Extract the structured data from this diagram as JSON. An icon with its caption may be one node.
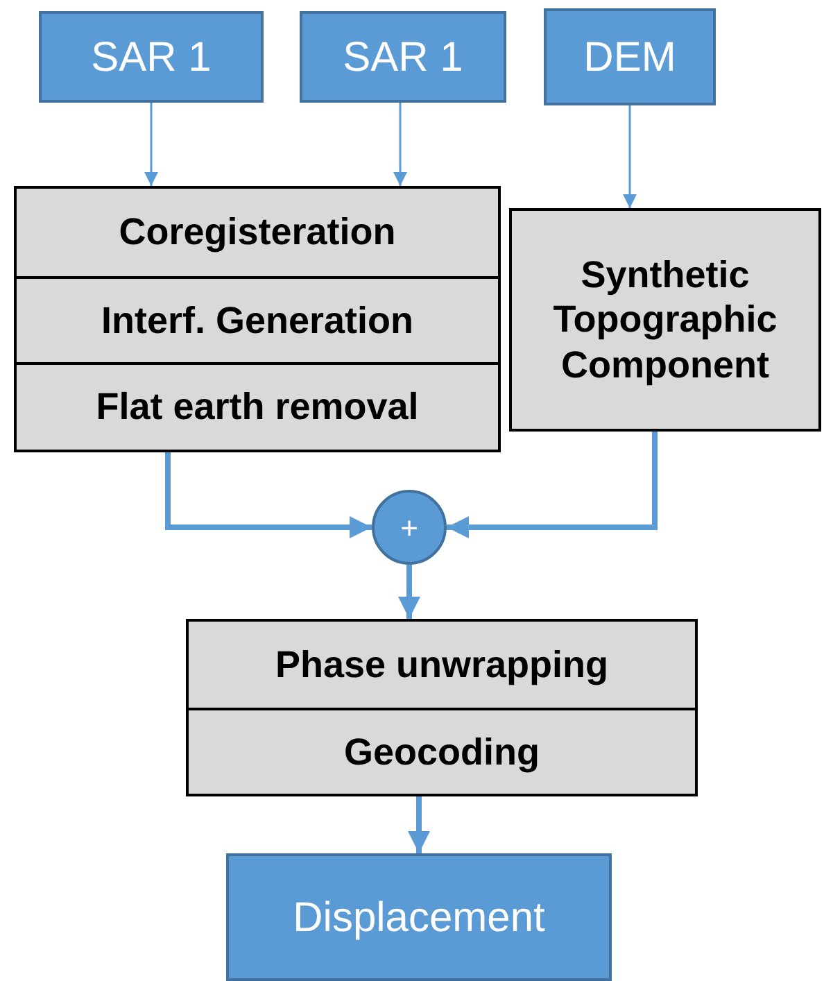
{
  "diagram": {
    "nodes": [
      {
        "text": [
          "SAR 1"
        ]
      },
      {
        "text": [
          "SAR 1"
        ]
      },
      {
        "text": [
          "DEM"
        ]
      },
      {
        "text": [],
        "shape": "box"
      },
      {
        "text": [
          "Coregisteration"
        ],
        "in": 3
      },
      {
        "text": [
          "Interf. Generation"
        ],
        "in": 3
      },
      {
        "text": [
          "Flat earth removal"
        ],
        "in": 3
      },
      {
        "text": [
          "Synthetic Topographic Component"
        ]
      },
      {
        "text": [
          "+"
        ]
      },
      {
        "text": [],
        "shape": "box"
      },
      {
        "text": [
          "Phase unwrapping"
        ],
        "in": 9
      },
      {
        "text": [
          "Geocoding"
        ],
        "in": 9
      },
      {
        "text": [
          "Displacement"
        ]
      }
    ],
    "edges": [
      {
        "from": 0,
        "to": 4,
        "arrow": "to"
      },
      {
        "from": 1,
        "to": 4,
        "arrow": "to"
      },
      {
        "from": 2,
        "to": 7,
        "arrow": "to"
      },
      {
        "from": 6,
        "to": 8,
        "arrow": "to"
      },
      {
        "from": 7,
        "to": 8,
        "arrow": "to"
      },
      {
        "from": 8,
        "to": 10,
        "arrow": "to"
      },
      {
        "from": 11,
        "to": 12,
        "arrow": "to"
      }
    ]
  }
}
